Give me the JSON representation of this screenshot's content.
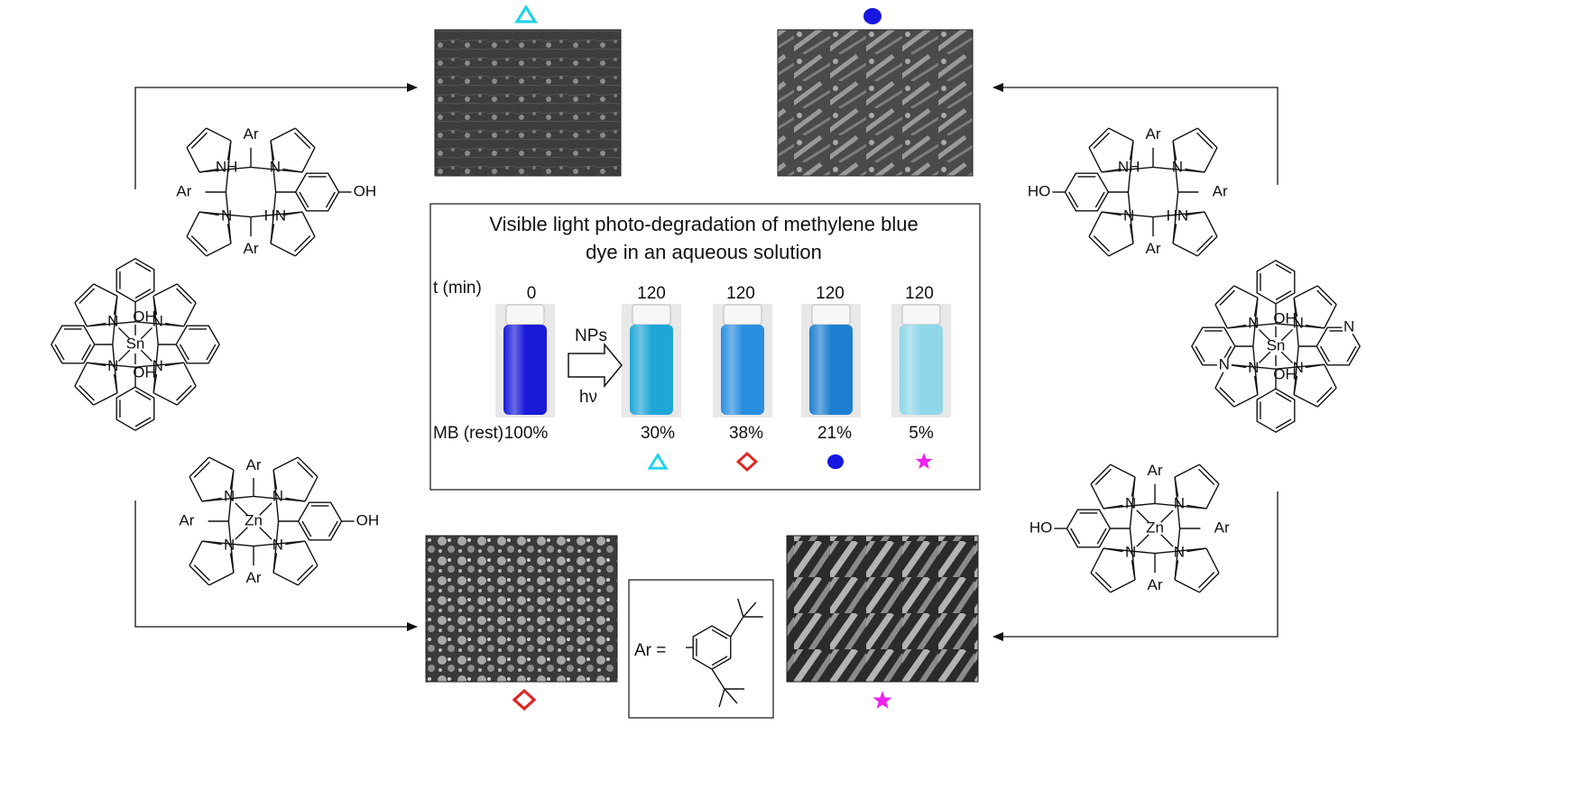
{
  "panel": {
    "title_line1": "Visible light photo-degradation of methylene blue",
    "title_line2": "dye in an aqueous solution",
    "time_label": "t (min)",
    "times": [
      "0",
      "120",
      "120",
      "120",
      "120"
    ],
    "arrow_top": "NPs",
    "arrow_bottom": "hν",
    "rest_label": "MB (rest)",
    "rest_values": [
      "100%",
      "30%",
      "38%",
      "21%",
      "5%"
    ],
    "vial_colors": [
      "#1a1ad8",
      "#1fa6d8",
      "#2a8fe0",
      "#1d7fd0",
      "#8fd6e8"
    ],
    "markers": [
      "triangle",
      "diamond",
      "circle",
      "star"
    ]
  },
  "marker_colors": {
    "triangle": "#22d3e6",
    "diamond": "#e02424",
    "circle": "#1616e0",
    "star": "#ee22ee"
  },
  "structures": {
    "ar": "Ar",
    "nh": "NH",
    "hn": "HN",
    "n": "N",
    "oh": "OH",
    "ho": "HO",
    "sn": "Sn",
    "zn": "Zn",
    "ar_definition": "Ar ="
  },
  "colors": {
    "sn": "#1a9a3a",
    "zn": "#e02424",
    "pyridine_n": "#1a1ae0"
  }
}
